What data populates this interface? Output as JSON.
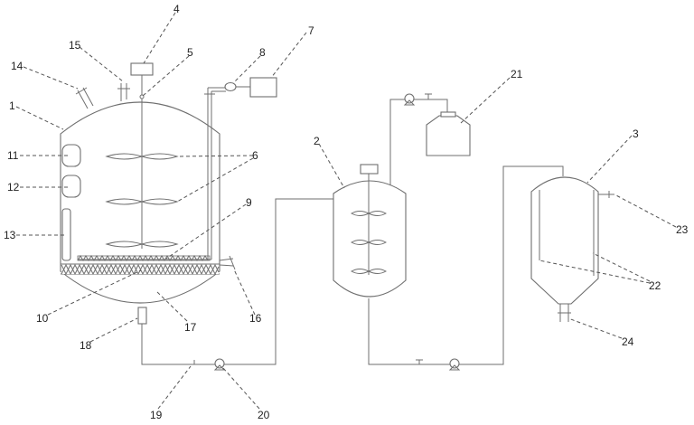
{
  "labels": {
    "1": "1",
    "2": "2",
    "3": "3",
    "4": "4",
    "5": "5",
    "6": "6",
    "7": "7",
    "8": "8",
    "9": "9",
    "10": "10",
    "11": "11",
    "12": "12",
    "13": "13",
    "14": "14",
    "15": "15",
    "16": "16",
    "17": "17",
    "18": "18",
    "19": "19",
    "20": "20",
    "21": "21",
    "22": "22",
    "23": "23",
    "24": "24"
  },
  "colors": {
    "line": "#6f6f6f",
    "leader": "#555555",
    "text": "#222222"
  }
}
